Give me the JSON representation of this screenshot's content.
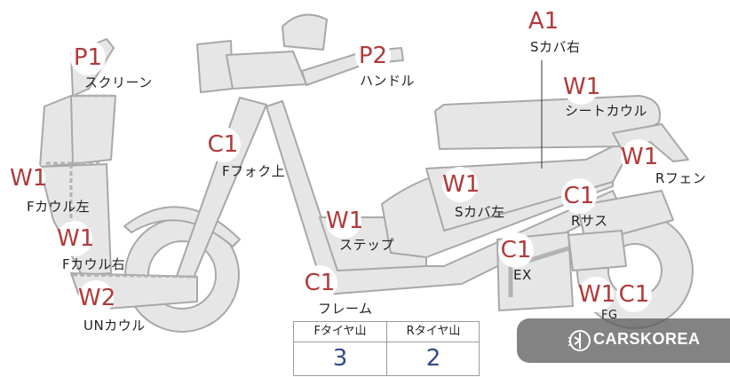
{
  "parts": {
    "screen": {
      "label": "スクリーン",
      "code": "P1"
    },
    "handle": {
      "label": "ハンドル",
      "code": "P2"
    },
    "side_cover_r": {
      "label": "Sカバ右",
      "code": "A1"
    },
    "seat_cowl": {
      "label": "シートカウル",
      "code": "W1"
    },
    "rear_fender": {
      "label": "Rフェン",
      "code": "W1"
    },
    "front_fork": {
      "label": "Fフォク上",
      "code": "C1"
    },
    "f_cowl_left": {
      "label": "Fカウル左",
      "code": "W1"
    },
    "f_cowl_right": {
      "label": "Fカウル右",
      "code": "W1"
    },
    "under_cowl": {
      "label": "UNカウル",
      "code": "W2"
    },
    "step": {
      "label": "ステップ",
      "code": "W1"
    },
    "side_cover_l": {
      "label": "Sカバ左",
      "code": "W1"
    },
    "rear_shock": {
      "label": "Rサス",
      "code": "C1"
    },
    "exhaust": {
      "label": "EX",
      "code": "C1"
    },
    "frame": {
      "label": "フレーム",
      "code": "C1"
    },
    "fg": {
      "label": "FG",
      "codes": [
        "W1",
        "C1"
      ]
    }
  },
  "tread_table": {
    "front_label": "Fタイヤ山",
    "front_value": "3",
    "rear_label": "Rタイヤ山",
    "rear_value": "2"
  },
  "watermark": {
    "text": "CARSKOREA"
  },
  "colors": {
    "tag": "#b03a3a",
    "value": "#34498c",
    "body": "#e6e6e6",
    "outline": "#a8a8a8"
  }
}
